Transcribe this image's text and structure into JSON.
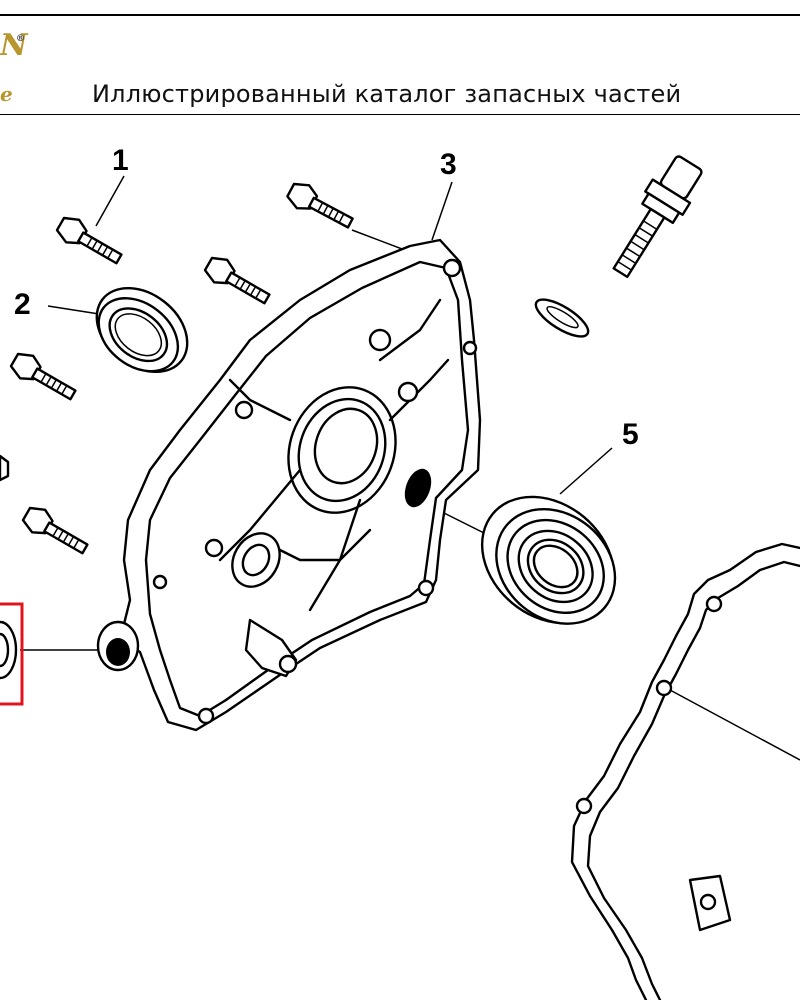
{
  "header": {
    "brand_top": "N",
    "brand_reg": "®",
    "brand_bottom": "e",
    "title": "Иллюстрированный каталог запасных частей"
  },
  "callouts": [
    {
      "id": "1",
      "label": "1"
    },
    {
      "id": "2",
      "label": "2"
    },
    {
      "id": "3",
      "label": "3"
    },
    {
      "id": "5",
      "label": "5"
    }
  ],
  "highlight": {
    "color": "#e0141e"
  },
  "colors": {
    "brand": "#b8962e",
    "line": "#000000"
  }
}
